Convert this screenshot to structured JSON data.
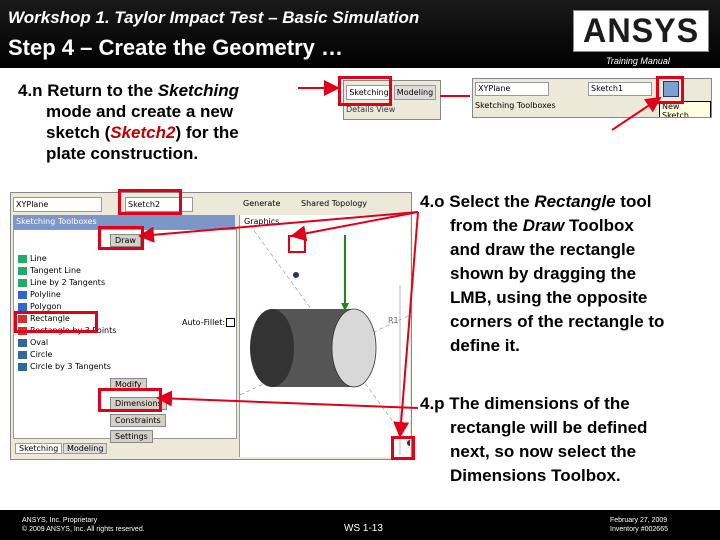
{
  "header": {
    "title": "Workshop 1.  Taylor Impact Test – Basic Simulation",
    "step": "Step 4 – Create the Geometry …",
    "logo": "ANSYS",
    "training_manual": "Training Manual"
  },
  "instructions": {
    "n": {
      "prefix": "4.n  Return to the ",
      "em1": "Sketching",
      "l2": "mode and create a new",
      "l3a": "sketch (",
      "em2": "Sketch2",
      "l3b": ") for the",
      "l4": "plate construction."
    },
    "o": {
      "prefix": "4.o  Select the ",
      "em1": "Rectangle",
      "l1b": " tool",
      "l2a": "from the ",
      "em2": "Draw",
      "l2b": " Toolbox",
      "l3": "and draw the rectangle",
      "l4": "shown by dragging the",
      "l5": "LMB, using the opposite",
      "l6": "corners of the rectangle to",
      "l7": "define it."
    },
    "p": {
      "l1": "4.p  The dimensions of the",
      "l2": "rectangle will be defined",
      "l3": "next, so now select the",
      "l4": "Dimensions Toolbox."
    }
  },
  "shot_tabs": {
    "sketching": "Sketching",
    "modeling": "Modeling",
    "details": "Details View"
  },
  "shot_toolbar": {
    "plane": "XYPlane",
    "sketch1": "Sketch1",
    "toolboxes": "Sketching Toolboxes",
    "tooltip": "New Sketch"
  },
  "main_shot": {
    "plane": "XYPlane",
    "sketch": "Sketch2",
    "generate": "Generate",
    "shared_topology": "Shared Topology",
    "toolboxes_header": "Sketching Toolboxes",
    "graphics_header": "Graphics",
    "draw": "Draw",
    "tools": [
      "Line",
      "Tangent Line",
      "Line by 2 Tangents",
      "Polyline",
      "Polygon",
      "Rectangle",
      "Rectangle by 3 Points",
      "Oval",
      "Circle",
      "Circle by 3 Tangents"
    ],
    "autofillet": "Auto-Fillet:",
    "modify": "Modify",
    "dimensions": "Dimensions",
    "constraints": "Constraints",
    "settings": "Settings",
    "tab_sketching": "Sketching",
    "tab_modeling": "Modeling",
    "axis_label": "R1"
  },
  "footer": {
    "left1": "ANSYS, Inc. Proprietary",
    "left2": "© 2009 ANSYS, Inc.  All rights reserved.",
    "center": "WS 1-13",
    "right1": "February 27, 2009",
    "right2": "Inventory #002665"
  },
  "colors": {
    "accent_red": "#e0001a",
    "header_bg": "#000000",
    "arrow": "#e0001a"
  }
}
